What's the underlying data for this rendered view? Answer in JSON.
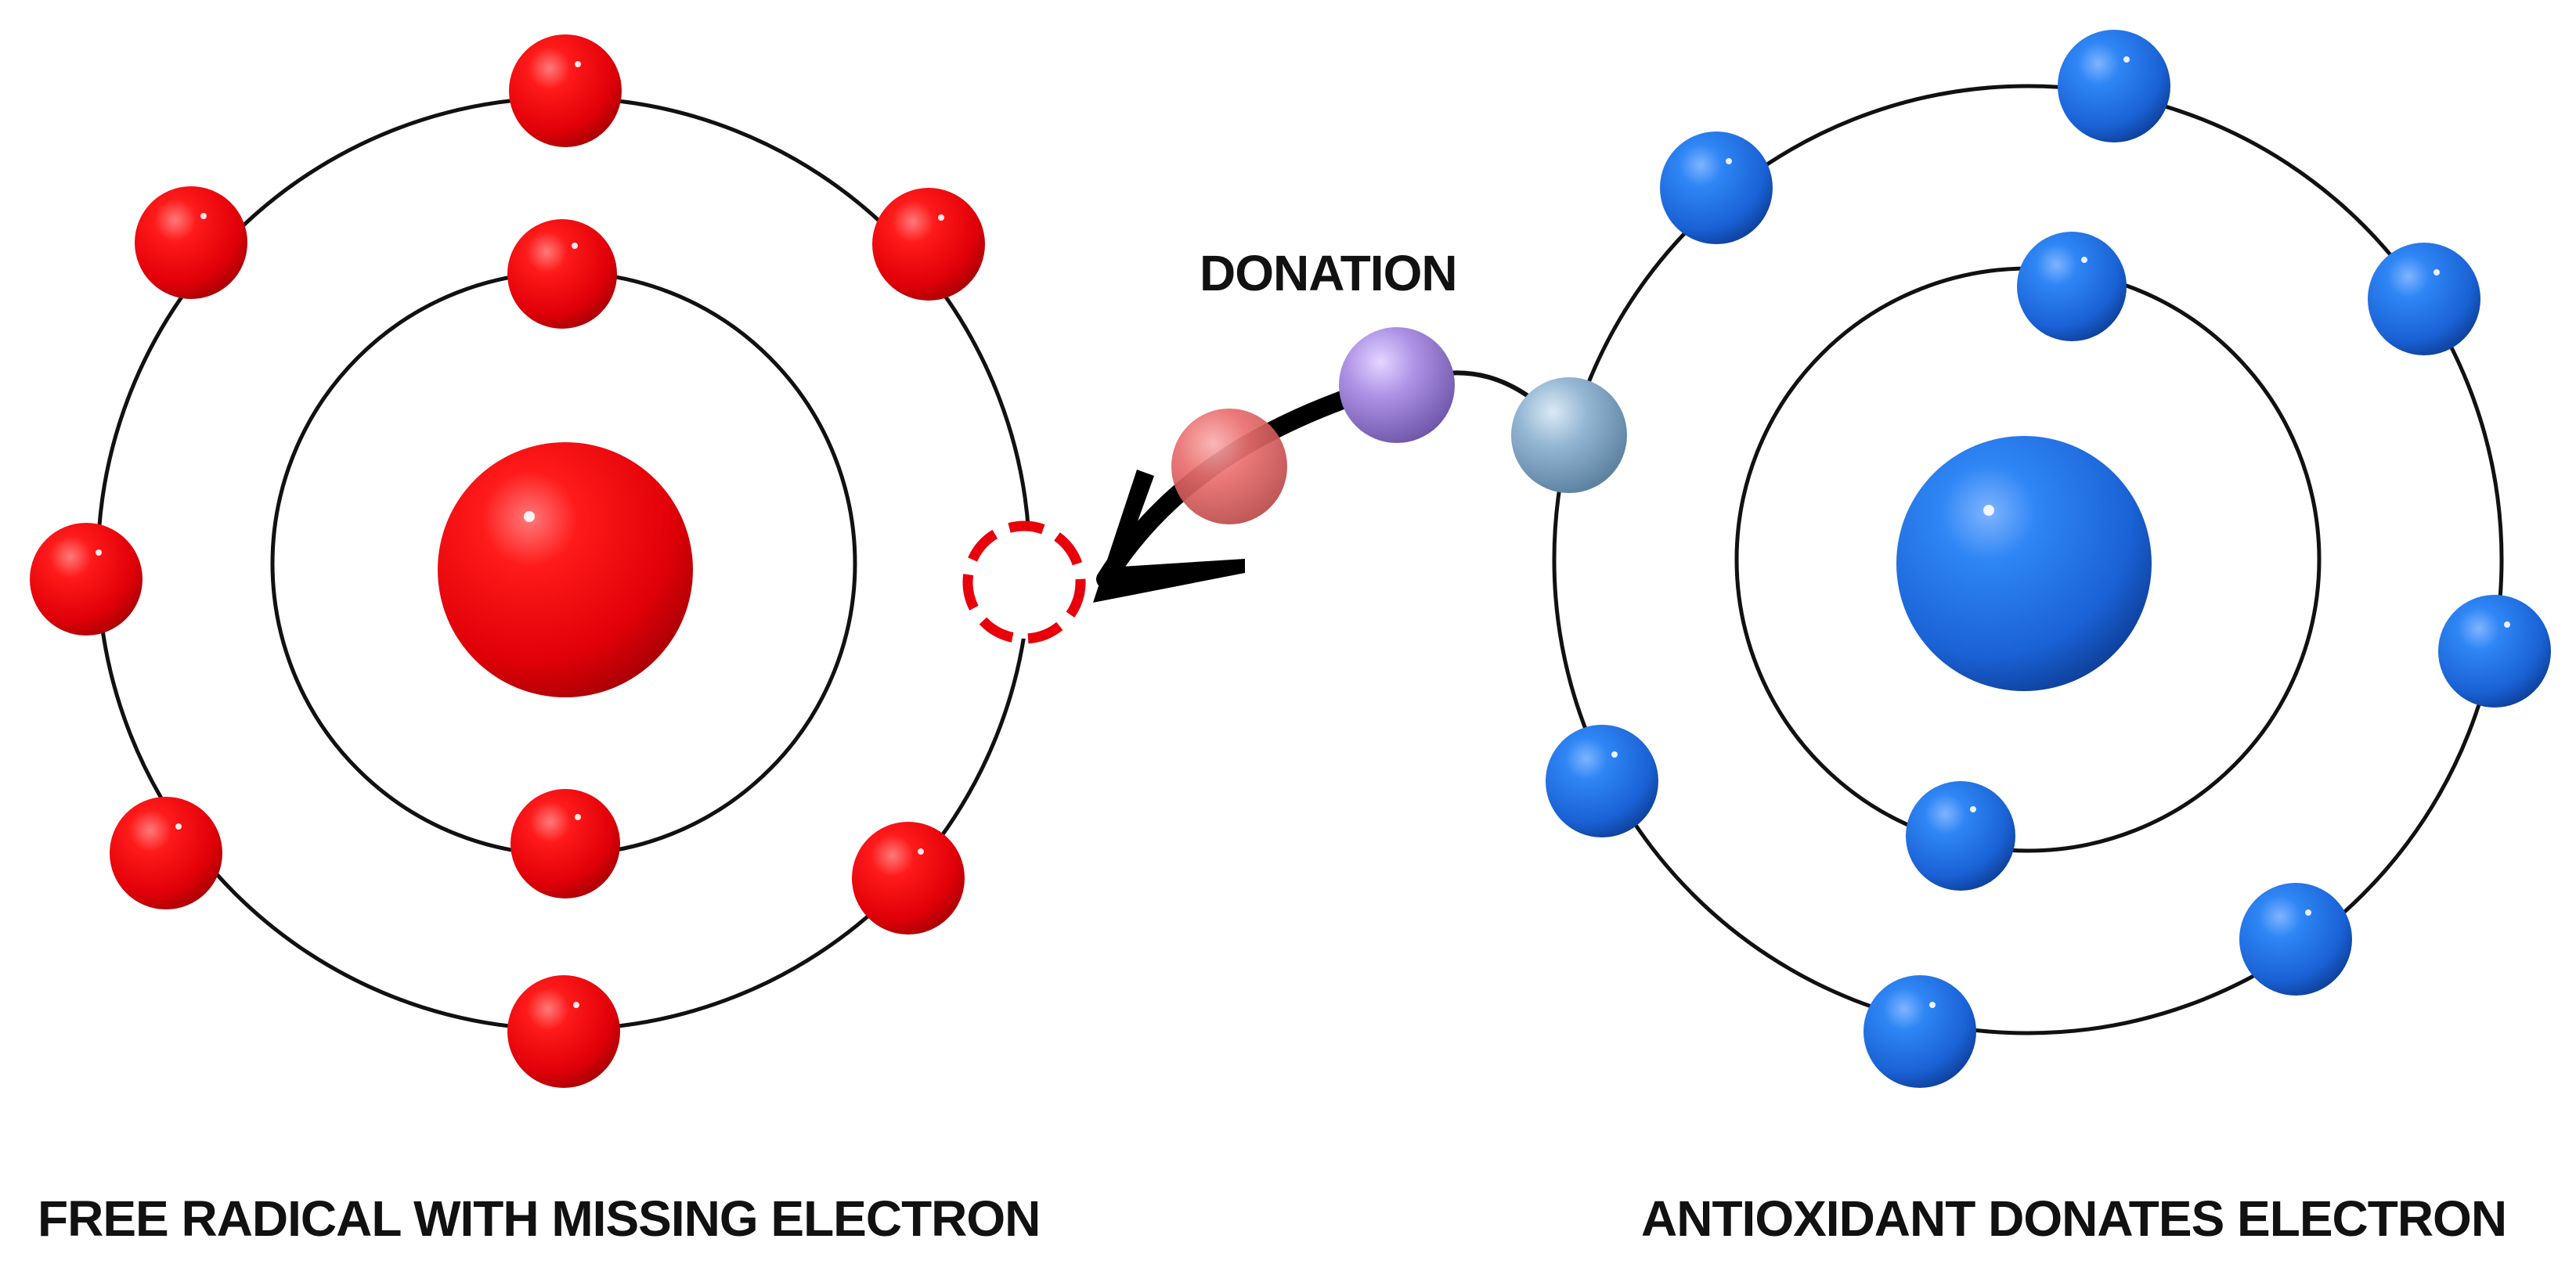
{
  "labels": {
    "donation": "DONATION",
    "free_radical": "FREE RADICAL WITH MISSING ELECTRON",
    "antioxidant": "ANTIOXIDANT DONATES ELECTRON"
  },
  "colors": {
    "free_radical": "#e8000a",
    "antioxidant": "#1f6fe0",
    "electron_transit_1": "#e86a6a",
    "electron_transit_2": "#a98ee0",
    "electron_transit_3": "#8fb2cf",
    "orbit": "#111111",
    "missing_electron_outline": "#e8000a"
  },
  "atoms": {
    "free_radical": {
      "inner_shell_electrons": 2,
      "outer_shell_electrons": 7,
      "missing_electrons": 1
    },
    "antioxidant": {
      "inner_shell_electrons": 2,
      "outer_shell_electrons": 8
    }
  }
}
